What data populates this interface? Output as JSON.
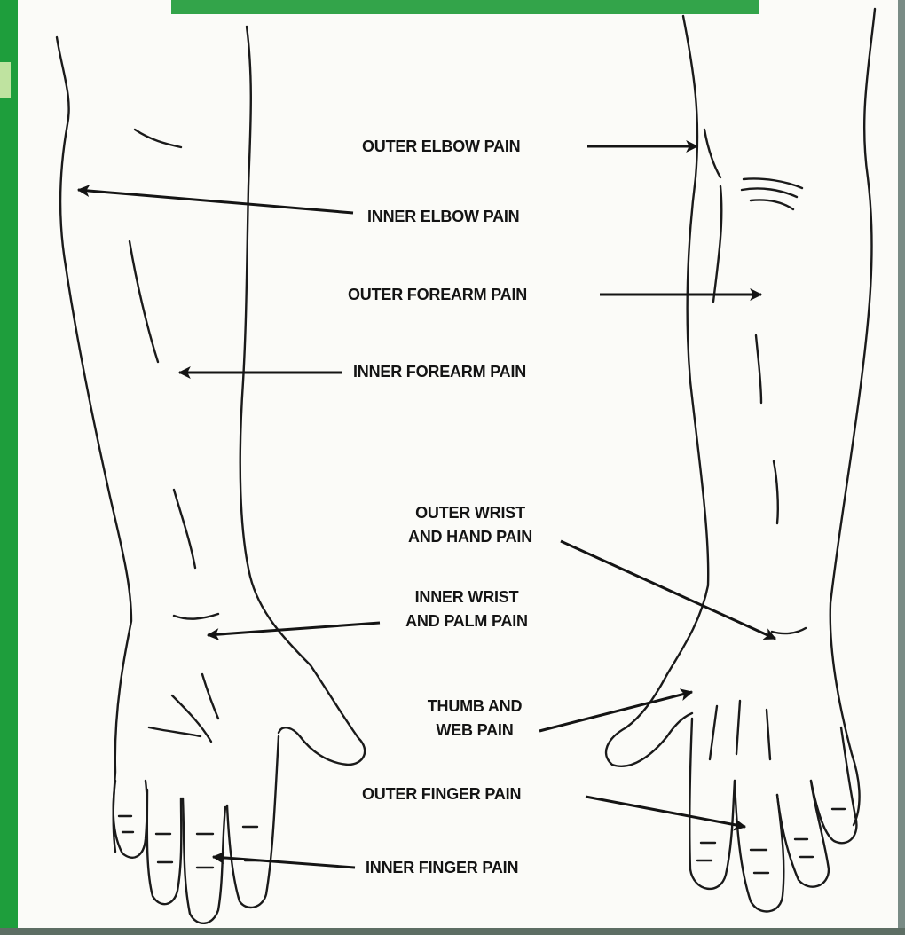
{
  "colors": {
    "banner_green": "#33a44a",
    "side_green": "#1e9e3c",
    "ink": "#141414"
  },
  "labels": {
    "outer_elbow": "OUTER ELBOW PAIN",
    "inner_elbow": "INNER ELBOW PAIN",
    "outer_forearm": "OUTER FOREARM PAIN",
    "inner_forearm": "INNER FOREARM PAIN",
    "outer_wrist_line1": "OUTER WRIST",
    "outer_wrist_line2": "AND HAND PAIN",
    "inner_wrist_line1": "INNER WRIST",
    "inner_wrist_line2": "AND PALM PAIN",
    "thumb_line1": "THUMB AND",
    "thumb_line2": "WEB PAIN",
    "outer_finger": "OUTER FINGER PAIN",
    "inner_finger": "INNER FINGER PAIN"
  }
}
